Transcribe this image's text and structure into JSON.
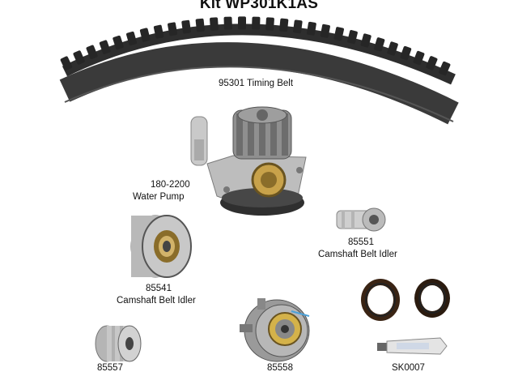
{
  "kit": {
    "title": "Kit WP301K1AS"
  },
  "parts": [
    {
      "number": "95301",
      "name": "Timing Belt",
      "label": "95301 Timing Belt"
    },
    {
      "number": "180-2200",
      "name": "Water Pump"
    },
    {
      "number": "85551",
      "name": "Camshaft Belt Idler"
    },
    {
      "number": "85541",
      "name": "Camshaft Belt Idler"
    },
    {
      "number": "85557",
      "name": ""
    },
    {
      "number": "85558",
      "name": ""
    },
    {
      "number": "SK0007",
      "name": ""
    }
  ]
}
